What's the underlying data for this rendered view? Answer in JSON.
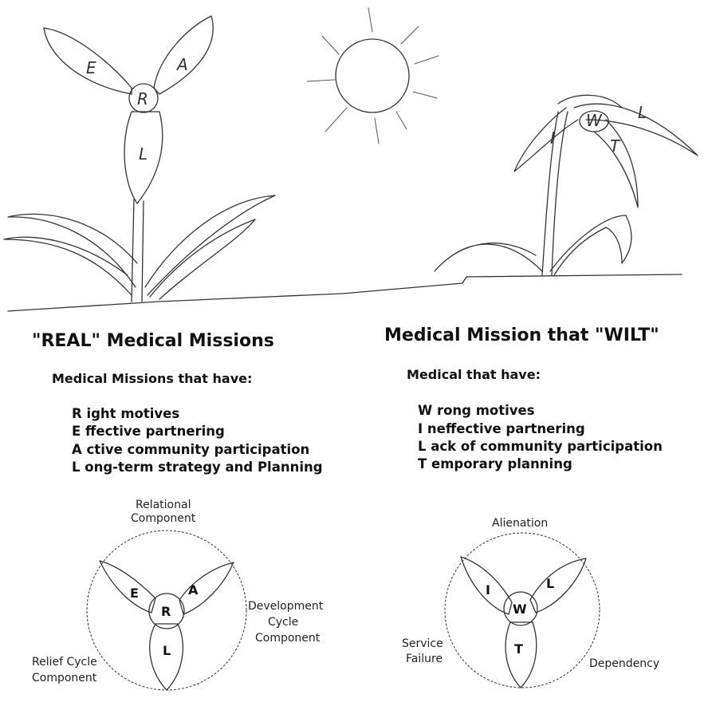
{
  "real": {
    "title": "\"REAL\" Medical Missions",
    "subtitle": "Medical Missions that have:",
    "items": [
      {
        "letter": "R",
        "rest": "ight motives"
      },
      {
        "letter": "E",
        "rest": "ffective partnering"
      },
      {
        "letter": "A",
        "rest": "ctive community participation"
      },
      {
        "letter": "L",
        "rest": "ong-term strategy and Planning"
      }
    ],
    "plant_letters": [
      "E",
      "A",
      "R",
      "L"
    ],
    "diagram": {
      "top_label": [
        "Relational",
        "Component"
      ],
      "right_label": [
        "Development",
        "Cycle",
        "Component"
      ],
      "left_label": [
        "Relief  Cycle",
        "Component"
      ],
      "petals": {
        "left": "E",
        "right": "A",
        "center": "R",
        "bottom": "L"
      }
    }
  },
  "wilt": {
    "title": "Medical Mission that \"WILT\"",
    "subtitle": "Medical that have:",
    "items": [
      {
        "letter": "W",
        "rest": "rong motives"
      },
      {
        "letter": "I",
        "rest": "neffective partnering"
      },
      {
        "letter": "L",
        "rest": "ack of community participation"
      },
      {
        "letter": "T",
        "rest": "emporary planning"
      }
    ],
    "plant_letters": [
      "I",
      "W",
      "L",
      "T"
    ],
    "diagram": {
      "top_label": [
        "Alienation"
      ],
      "left_label": [
        "Service",
        "Failure"
      ],
      "right_label": [
        "Dependency"
      ],
      "petals": {
        "left": "I",
        "right": "L",
        "center": "W",
        "bottom": "T"
      }
    }
  },
  "icons": {
    "sun": "sun-icon",
    "healthy_plant": "healthy-plant-icon",
    "wilted_plant": "wilted-plant-icon"
  },
  "colors": {
    "ink": "#222222",
    "background": "#ffffff"
  }
}
